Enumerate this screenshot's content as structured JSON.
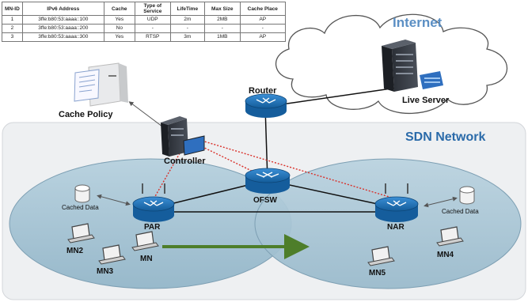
{
  "table": {
    "headers": [
      "MN-ID",
      "IPv6 Address",
      "Cache",
      "Type of Service",
      "LifeTime",
      "Max Size",
      "Cache Place"
    ],
    "rows": [
      [
        "1",
        "3ffe:b80:53:aaaa::100",
        "Yes",
        "UDP",
        "2m",
        "2MB",
        "AP"
      ],
      [
        "2",
        "3ffe:b80:53:aaaa::200",
        "No",
        "-",
        "-",
        "-",
        "-"
      ],
      [
        "3",
        "3ffe:b80:53:aaaa::300",
        "Yes",
        "RTSP",
        "3m",
        "1MB",
        "AP"
      ]
    ]
  },
  "labels": {
    "internet": "Internet",
    "live_server": "Live Server",
    "router": "Router",
    "cache_policy": "Cache Policy",
    "sdn_network": "SDN Network",
    "controller": "Controller",
    "ofsw": "OFSW",
    "par": "PAR",
    "nar": "NAR",
    "cached_data_left": "Cached Data",
    "cached_data_right": "Cached Data",
    "mn": "MN",
    "mn2": "MN2",
    "mn3": "MN3",
    "mn4": "MN4",
    "mn5": "MN5"
  },
  "colors": {
    "sdn_fill": "#eef0f2",
    "cell_fill": "#a9c6d6",
    "router_blue": "#1f6fb3",
    "control_link": "#d9302a",
    "movement_arrow": "#4e7e2a",
    "internet_title": "#5b8fc4",
    "sdn_title": "#2a6aa9"
  }
}
